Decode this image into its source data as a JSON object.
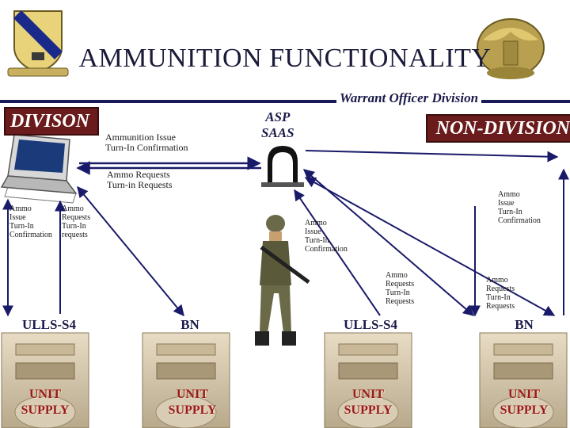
{
  "title": "AMMUNITION FUNCTIONALITY",
  "subtitle": "Warrant Officer Division",
  "division_label": "DIVISON",
  "nondivision_label": "NON-DIVISION",
  "asp": [
    "ASP",
    "SAAS"
  ],
  "flows": {
    "issue_confirm": [
      "Ammunition Issue",
      "Turn-In Confirmation"
    ],
    "requests_top": [
      "Ammo Requests",
      "Turn-in Requests"
    ],
    "left_issue": [
      "Ammo",
      "Issue",
      "Turn-In",
      "Confirmation"
    ],
    "left_requests": [
      "Ammo",
      "Requests",
      "Turn-In",
      "requests"
    ],
    "center_issue": [
      "Ammo",
      "Issue",
      "Turn-In",
      "Confirmation"
    ],
    "center_requests": [
      "Ammo",
      "Requests",
      "Turn-In",
      "Requests"
    ],
    "right_issue": [
      "Ammo",
      "Issue",
      "Turn-In",
      "Confirmation"
    ],
    "right_requests": [
      "Ammo",
      "Requests",
      "Turn-In",
      "Requests"
    ]
  },
  "nodes": [
    {
      "label": "ULLS-S4",
      "supply": [
        "UNIT",
        "SUPPLY"
      ]
    },
    {
      "label": "BN",
      "supply": [
        "UNIT",
        "SUPPLY"
      ]
    },
    {
      "label": "ULLS-S4",
      "supply": [
        "UNIT",
        "SUPPLY"
      ]
    },
    {
      "label": "BN",
      "supply": [
        "UNIT",
        "SUPPLY"
      ]
    }
  ],
  "colors": {
    "banner": "#6a1b1b",
    "rule": "#1a1a5a",
    "arrow": "#1a1a6a",
    "supply_text": "#9a1a1a"
  },
  "icons": [
    "unit-crest-icon",
    "warrant-officer-eagle-icon",
    "laptop-icon",
    "asp-bunker-icon",
    "soldier-icon",
    "computer-drive-icon"
  ]
}
